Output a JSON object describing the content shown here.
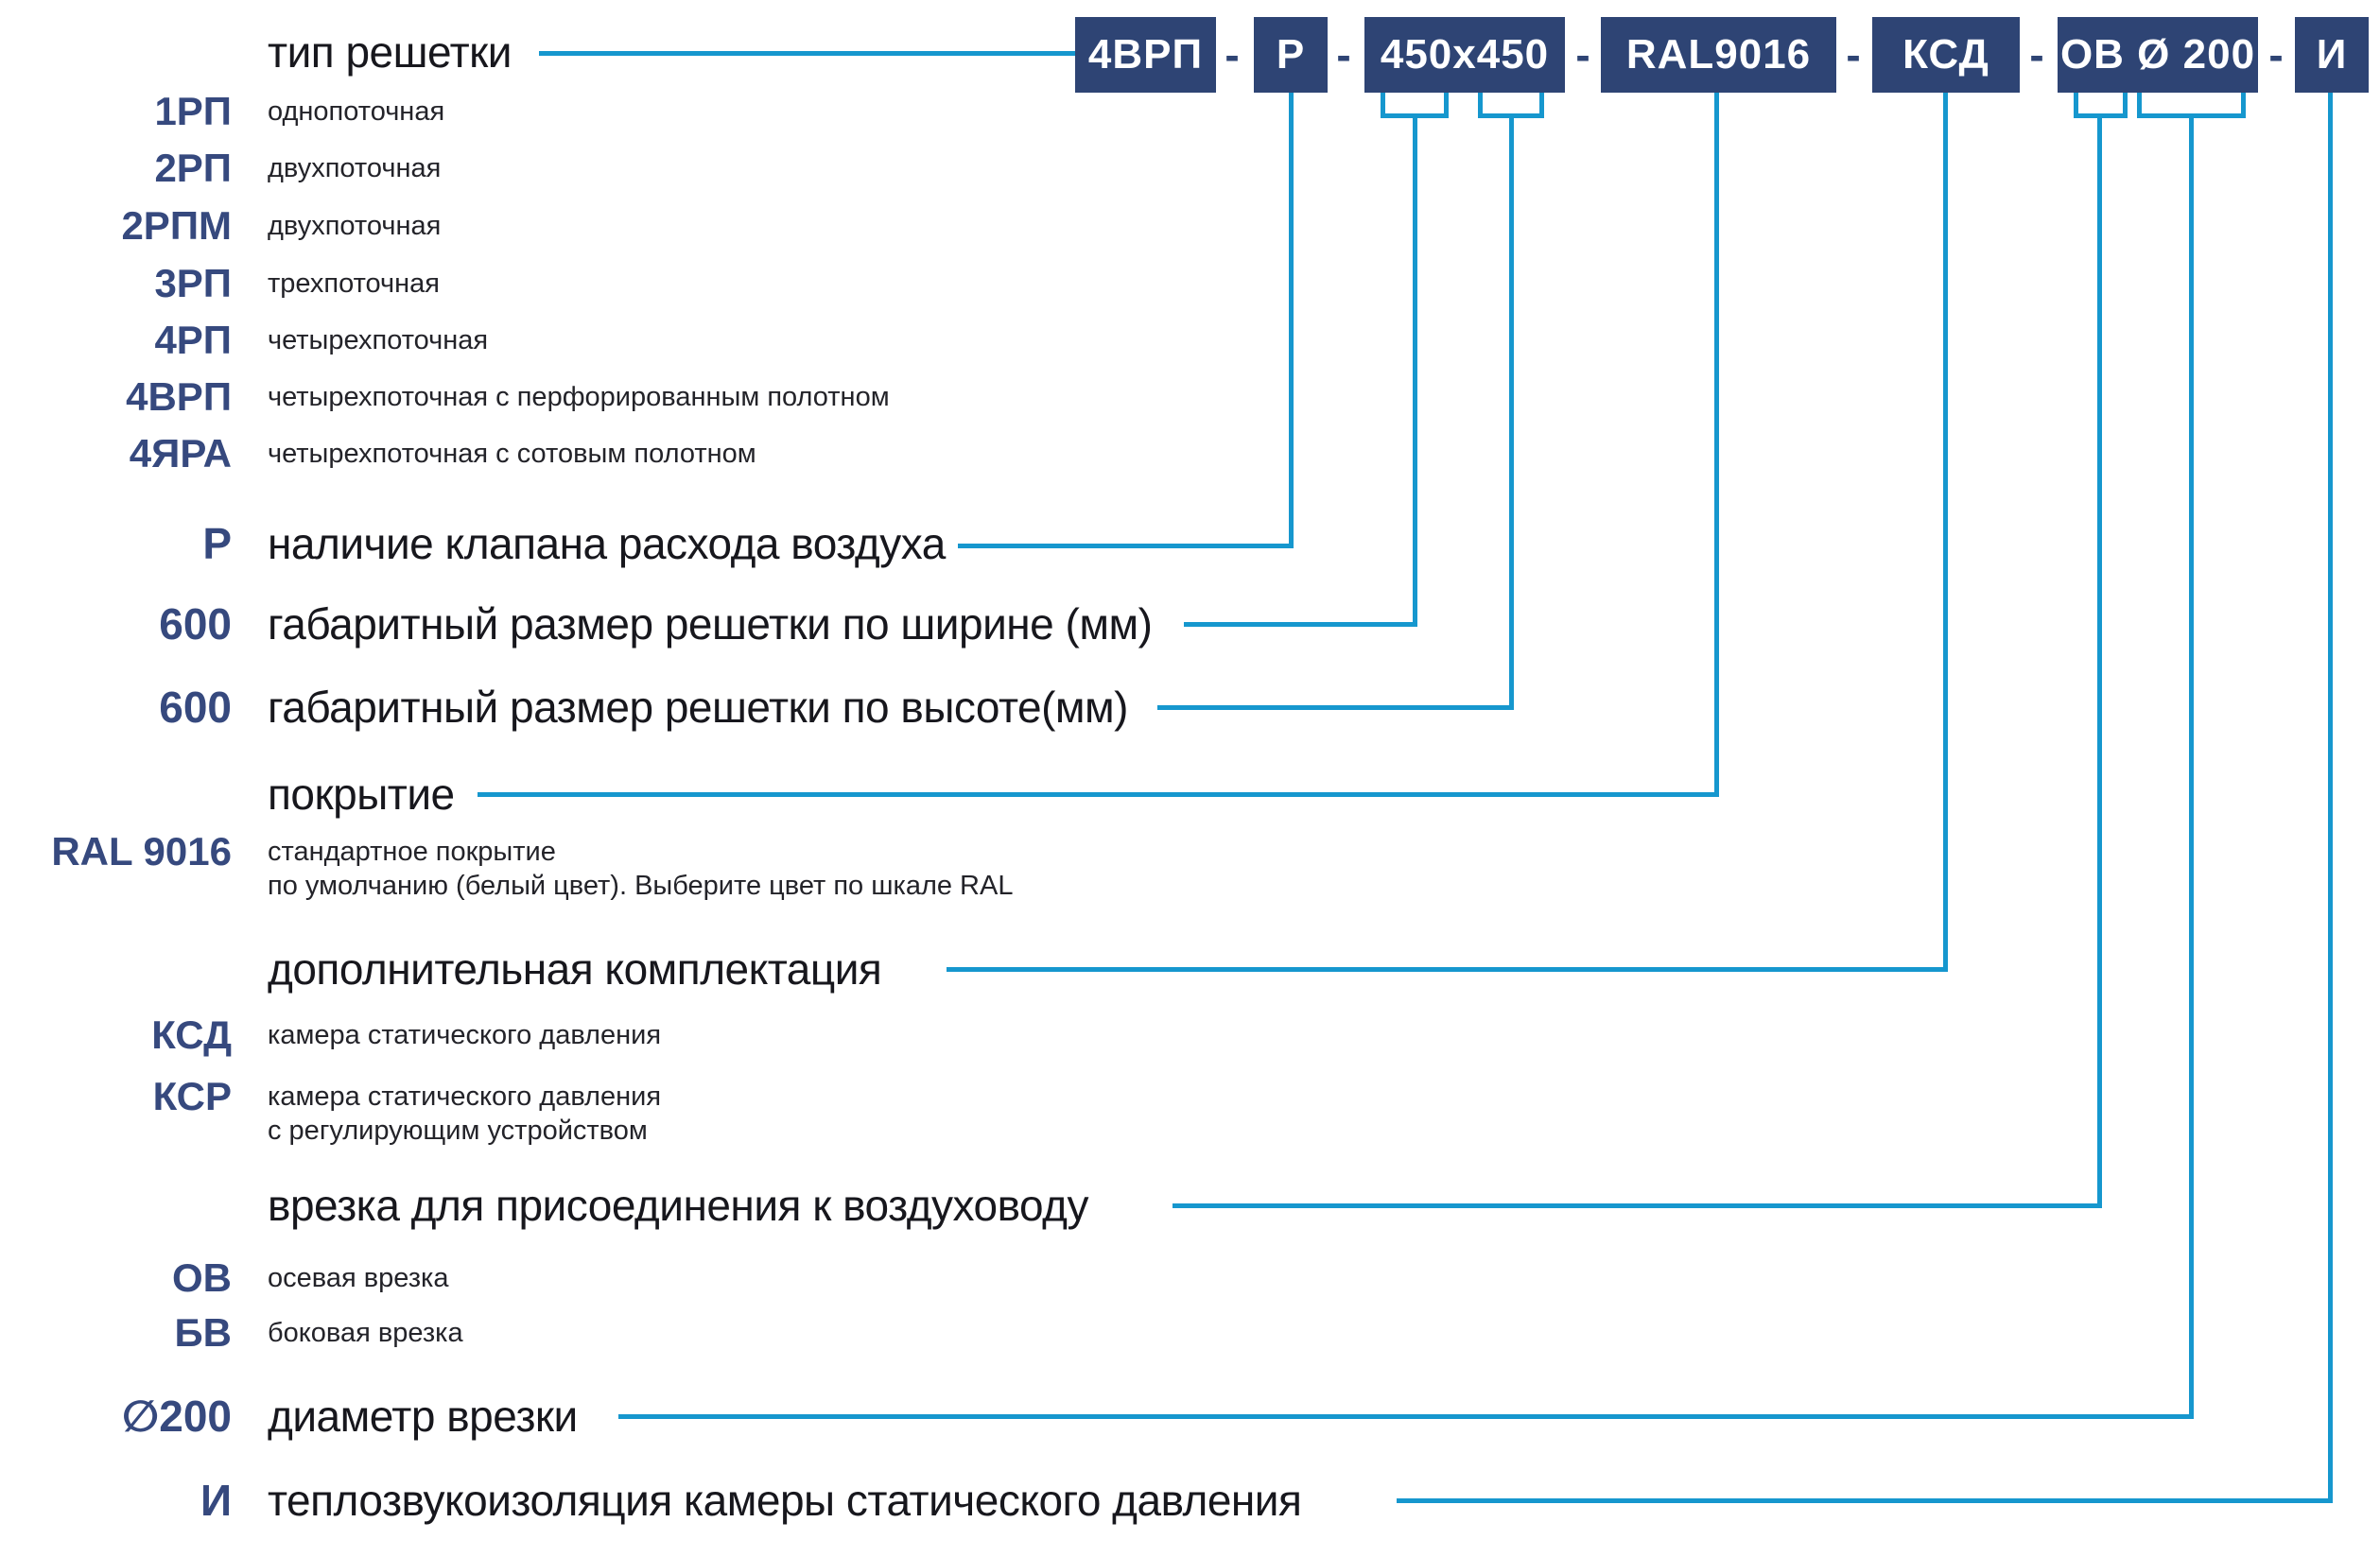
{
  "colors": {
    "block_navy": "#2e4474",
    "code_navy": "#36497e",
    "line_cyan": "#1697ce",
    "label_dark": "#17171d",
    "desc_dark": "#232329"
  },
  "code_string": {
    "separator": "-",
    "blocks": [
      {
        "id": "type",
        "text": "4ВРП"
      },
      {
        "id": "valve",
        "text": "Р"
      },
      {
        "id": "size",
        "text": "450x450"
      },
      {
        "id": "coating",
        "text": "RAL9016"
      },
      {
        "id": "extra",
        "text": "КСД"
      },
      {
        "id": "connection",
        "text": "ОВ Ø 200"
      },
      {
        "id": "insulation",
        "text": "И"
      }
    ]
  },
  "sections": {
    "type": {
      "label": "тип решетки",
      "options": [
        {
          "code": "1РП",
          "desc": "однопоточная"
        },
        {
          "code": "2РП",
          "desc": "двухпоточная"
        },
        {
          "code": "2РПМ",
          "desc": "двухпоточная"
        },
        {
          "code": "3РП",
          "desc": "трехпоточная"
        },
        {
          "code": "4РП",
          "desc": "четырехпоточная"
        },
        {
          "code": "4ВРП",
          "desc": "четырехпоточная с перфорированным полотном"
        },
        {
          "code": "4ЯРА",
          "desc": "четырехпоточная с сотовым полотном"
        }
      ]
    },
    "valve": {
      "code": "Р",
      "label": "наличие клапана расхода воздуха"
    },
    "width": {
      "code": "600",
      "label": "габаритный размер решетки по ширине (мм)"
    },
    "height": {
      "code": "600",
      "label": "габаритный размер решетки по высоте(мм)"
    },
    "coating": {
      "label": "покрытие",
      "options": [
        {
          "code": "RAL 9016",
          "desc_line1": "стандартное покрытие",
          "desc_line2": "по умолчанию (белый цвет). Выберите цвет по шкале RAL"
        }
      ]
    },
    "extras": {
      "label": "дополнительная комплектация",
      "options": [
        {
          "code": "КСД",
          "desc": "камера статического давления"
        },
        {
          "code": "КСР",
          "desc_line1": "камера статического давления",
          "desc_line2": "с регулирующим устройством"
        }
      ]
    },
    "connection": {
      "label": "врезка для присоединения к воздуховоду",
      "options": [
        {
          "code": "ОВ",
          "desc": "осевая врезка"
        },
        {
          "code": "БВ",
          "desc": "боковая врезка"
        }
      ]
    },
    "diameter": {
      "code": "∅200",
      "label": "диаметр врезки"
    },
    "insulation": {
      "code": "И",
      "label": "теплозвукоизоляция камеры статического давления"
    }
  }
}
